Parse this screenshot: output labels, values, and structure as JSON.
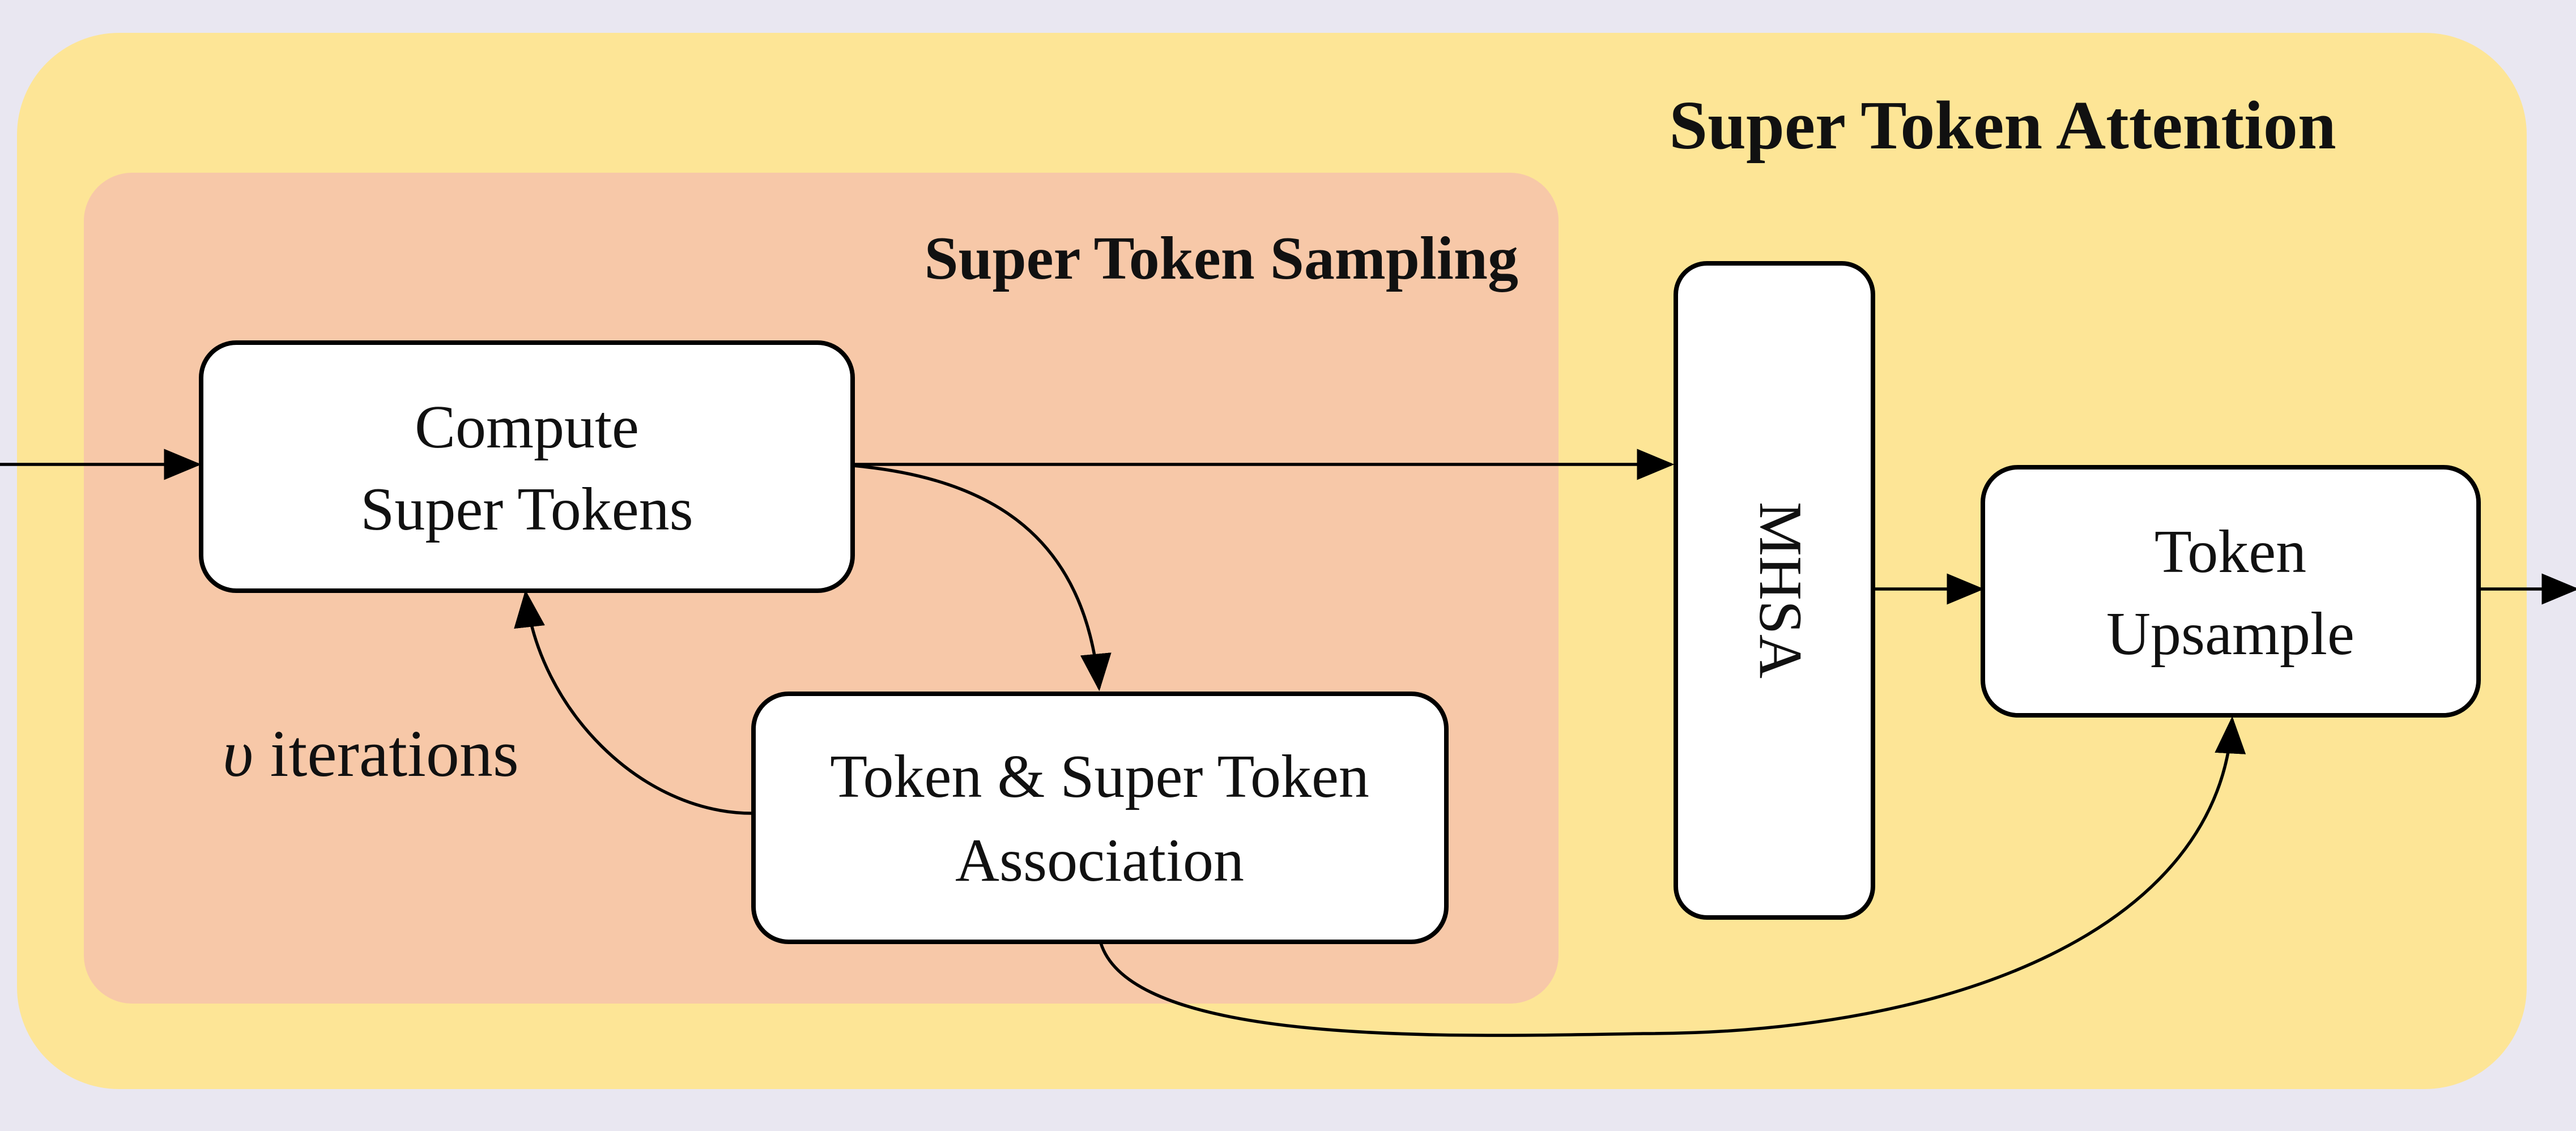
{
  "diagram": {
    "title": "Super Token Attention",
    "colors": {
      "page_background": "#e9e7f1",
      "outer_panel": "#fde596",
      "inner_panel": "#f7c8a8",
      "box_fill": "#ffffff",
      "stroke": "#000000"
    },
    "groups": {
      "sampling": {
        "title": "Super Token Sampling"
      }
    },
    "nodes": {
      "compute": {
        "line1": "Compute",
        "line2": "Super Tokens"
      },
      "association": {
        "line1": "Token & Super Token",
        "line2": "Association"
      },
      "mhsa": {
        "label": "MHSA"
      },
      "upsample": {
        "line1": "Token",
        "line2": "Upsample"
      }
    },
    "loop_label": {
      "symbol": "υ",
      "text": " iterations"
    },
    "edges": [
      {
        "from": "input",
        "to": "compute"
      },
      {
        "from": "compute",
        "to": "mhsa"
      },
      {
        "from": "compute",
        "to": "association"
      },
      {
        "from": "association",
        "to": "compute",
        "label": "υ iterations"
      },
      {
        "from": "mhsa",
        "to": "upsample"
      },
      {
        "from": "association",
        "to": "upsample"
      },
      {
        "from": "upsample",
        "to": "output"
      }
    ]
  }
}
